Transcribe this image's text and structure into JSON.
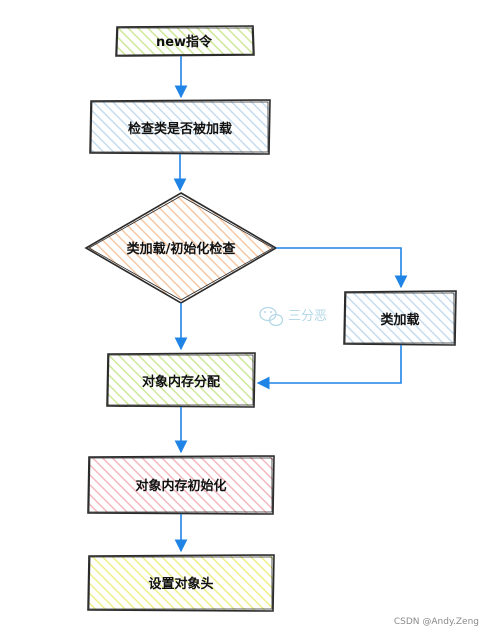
{
  "nodes": {
    "new_instruction": "new指令",
    "check_loaded": "检查类是否被加载",
    "decision": "类加载/初始化检查",
    "class_loading": "类加载",
    "memory_alloc": "对象内存分配",
    "memory_init": "对象内存初始化",
    "set_header": "设置对象头"
  },
  "watermark": "三分恶",
  "credit": "CSDN @Andy.Zeng",
  "colors": {
    "arrow": "#1f84e6",
    "border": "#2b2b2b",
    "hatch_green": "#cfe89a",
    "hatch_blue": "#c5dcef",
    "hatch_orange": "#f6c9a6",
    "hatch_red": "#f3b8c0",
    "hatch_yellow": "#eef08a"
  }
}
